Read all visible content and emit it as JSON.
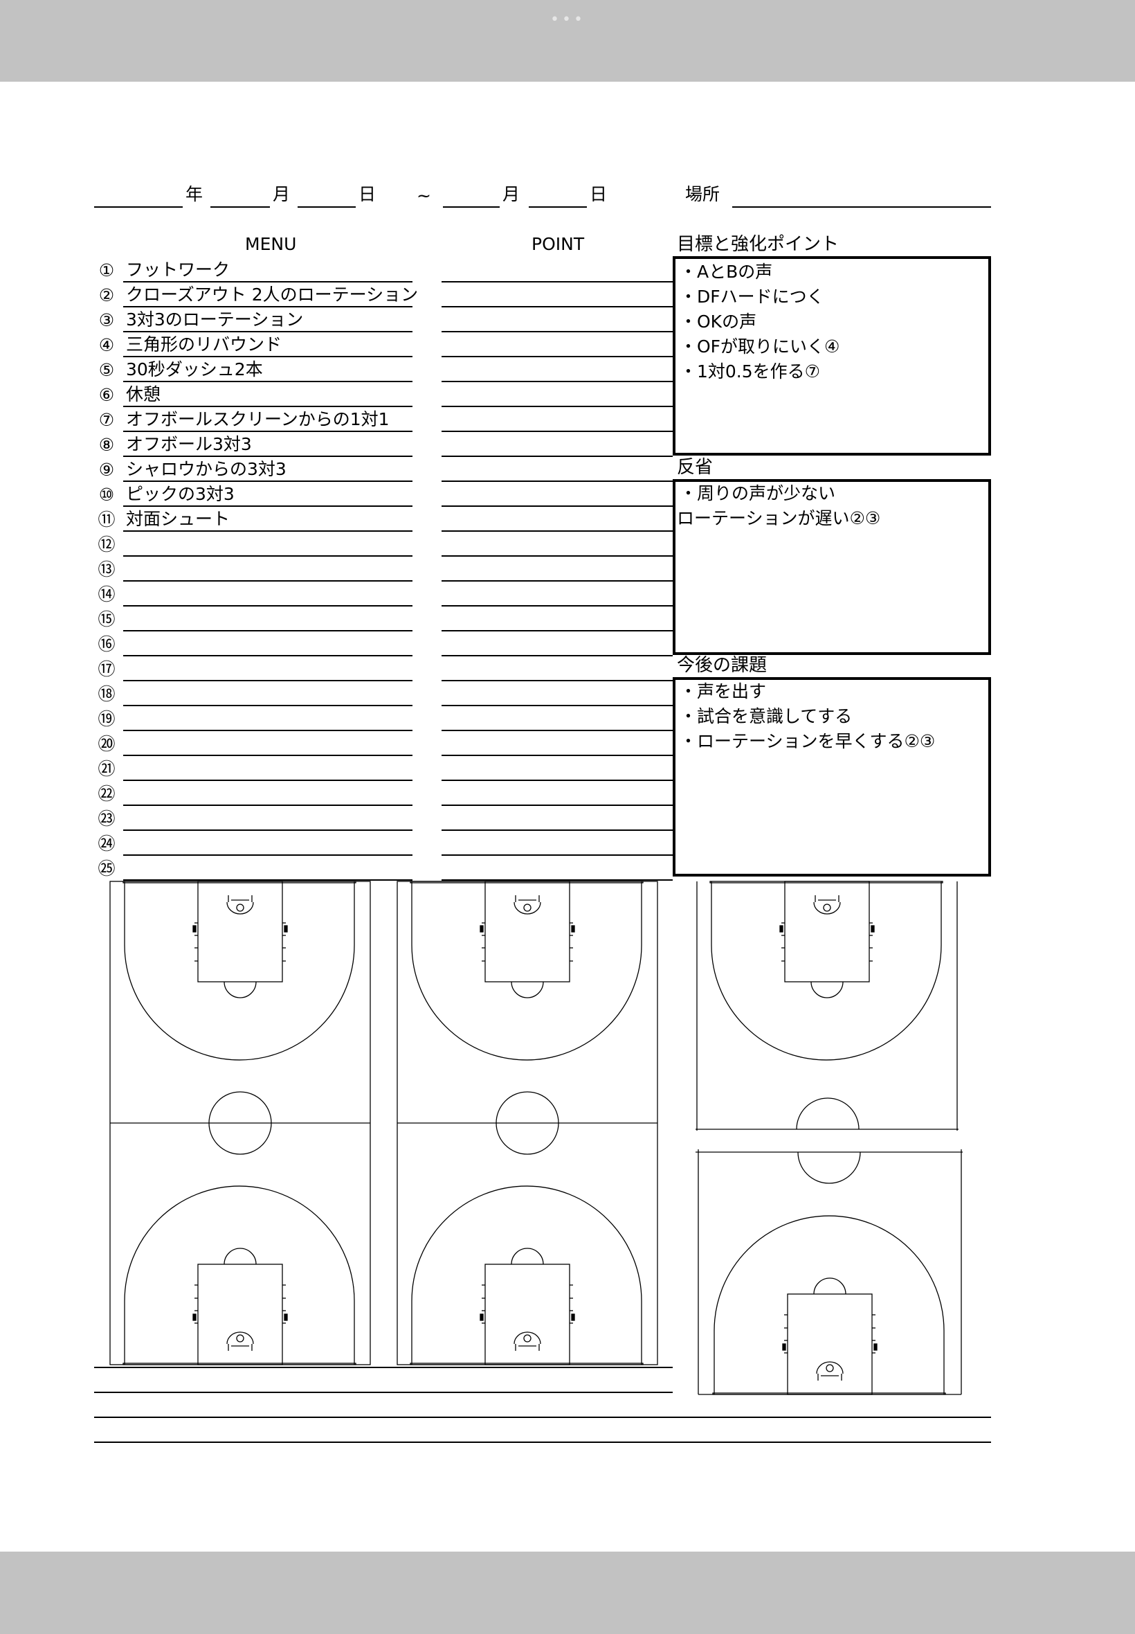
{
  "header": {
    "year_label": "年",
    "month_label": "月",
    "day_label": "日",
    "tilde": "~",
    "month2_label": "月",
    "day2_label": "日",
    "place_label": "場所"
  },
  "columns": {
    "menu": "MENU",
    "point": "POINT"
  },
  "menu": [
    {
      "num": "①",
      "text": "フットワーク"
    },
    {
      "num": "②",
      "text": "クローズアウト  2人のローテーション"
    },
    {
      "num": "③",
      "text": "3対3のローテーション"
    },
    {
      "num": "④",
      "text": "三角形のリバウンド"
    },
    {
      "num": "⑤",
      "text": "30秒ダッシュ2本"
    },
    {
      "num": "⑥",
      "text": "休憩"
    },
    {
      "num": "⑦",
      "text": "オフボールスクリーンからの1対1"
    },
    {
      "num": "⑧",
      "text": "オフボール3対3"
    },
    {
      "num": "⑨",
      "text": "シャロウからの3対3"
    },
    {
      "num": "⑩",
      "text": "ピックの3対3"
    },
    {
      "num": "⑪",
      "text": "対面シュート"
    },
    {
      "num": "⑫",
      "text": ""
    },
    {
      "num": "⑬",
      "text": ""
    },
    {
      "num": "⑭",
      "text": ""
    },
    {
      "num": "⑮",
      "text": ""
    },
    {
      "num": "⑯",
      "text": ""
    },
    {
      "num": "⑰",
      "text": ""
    },
    {
      "num": "⑱",
      "text": ""
    },
    {
      "num": "⑲",
      "text": ""
    },
    {
      "num": "⑳",
      "text": ""
    },
    {
      "num": "㉑",
      "text": ""
    },
    {
      "num": "㉒",
      "text": ""
    },
    {
      "num": "㉓",
      "text": ""
    },
    {
      "num": "㉔",
      "text": ""
    },
    {
      "num": "㉕",
      "text": ""
    }
  ],
  "goals": {
    "title": "目標と強化ポイント",
    "items": [
      "・AとBの声",
      "・DFハードにつく",
      "・OKの声",
      "・OFが取りにいく④",
      "・1対0.5を作る⑦"
    ]
  },
  "reflection": {
    "title": "反省",
    "items": [
      "・周りの声が少ない",
      "ローテーションが遅い②③"
    ]
  },
  "future": {
    "title": "今後の課題",
    "items": [
      "・声を出す",
      "・試合を意識してする",
      "・ローテーションを早くする②③"
    ]
  }
}
